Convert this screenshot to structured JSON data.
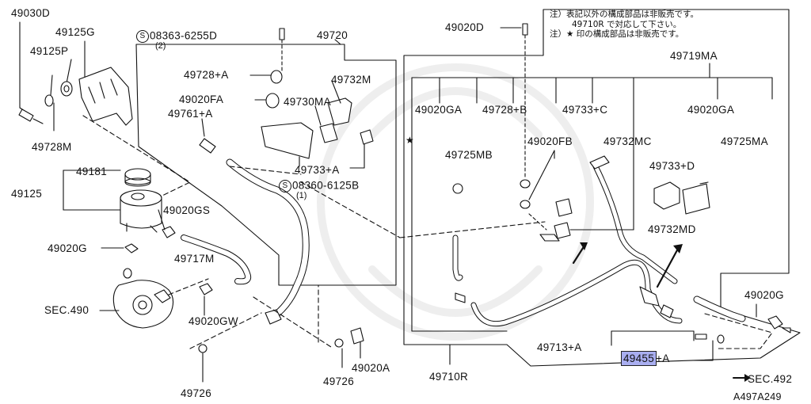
{
  "labels": {
    "l49030D": "49030D",
    "l49125G": "49125G",
    "l49125P": "49125P",
    "l49728M": "49728M",
    "l49181": "49181",
    "l49125": "49125",
    "l49020GS": "49020GS",
    "l49020G_left": "49020G",
    "sec490": "SEC.490",
    "l49717M": "49717M",
    "l49020GW": "49020GW",
    "l49726_left": "49726",
    "l08363_part": "08363-6255D",
    "l08363_qty": "(2)",
    "l49720": "49720",
    "l49728A": "49728+A",
    "l49020FA": "49020FA",
    "l49761A": "49761+A",
    "l49732M": "49732M",
    "l49730MA": "49730MA",
    "l49733A": "49733+A",
    "l08360_part": "08360-6125B",
    "l08360_qty": "(1)",
    "l49726_mid": "49726",
    "l49020A": "49020A",
    "l49710R": "49710R",
    "l49020D": "49020D",
    "l49719MA": "49719MA",
    "l49020GA_left": "49020GA",
    "l49728B": "49728+B",
    "l49733C": "49733+C",
    "l49020GA_right": "49020GA",
    "l49725MB": "49725MB",
    "l49020FB": "49020FB",
    "l49732MC": "49732MC",
    "l49725MA": "49725MA",
    "l49733D": "49733+D",
    "l49732MD": "49732MD",
    "l49020G_right": "49020G",
    "l49713A": "49713+A",
    "l49455_part": "49455",
    "l49455_suffix": "+A",
    "sec492": "SEC.492",
    "figcode": "A497A249",
    "star": "★",
    "s_symbol": "S"
  },
  "note": {
    "line1": "注）表記以外の構成部品は非販売です。",
    "line2": "49710R で対応して下さい。",
    "line3": "注）★ 印の構成部品は非販売です。"
  },
  "highlight": {
    "part": "49455",
    "color": "#a9aef0"
  }
}
